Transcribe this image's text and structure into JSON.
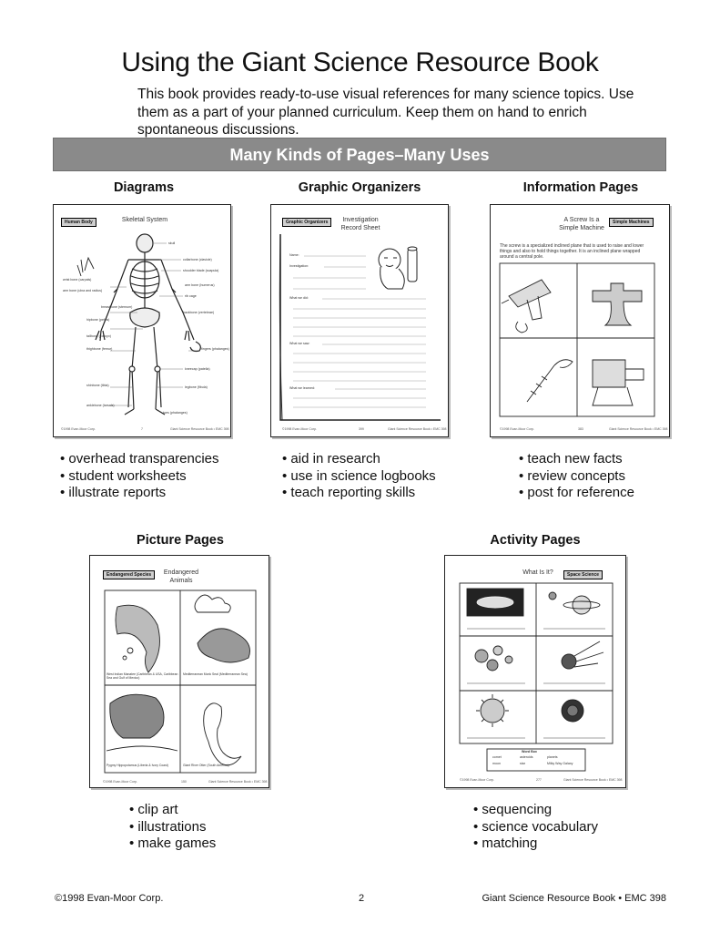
{
  "page": {
    "title": "Using the Giant Science Resource Book",
    "intro": "This book provides ready-to-use visual references for many science topics. Use them as a part of your planned curriculum. Keep them on hand to enrich spontaneous discussions.",
    "banner": "Many Kinds of Pages–Many Uses"
  },
  "sections": {
    "diagrams": {
      "heading": "Diagrams",
      "thumb": {
        "tag": "Human Body",
        "title": "Skeletal System",
        "labels": [
          "skull",
          "collarbone (clavicle)",
          "shoulder blade (scapula)",
          "wrist bone (carpals)",
          "arm bone (humerus)",
          "arm bone (ulna and radius)",
          "rib cage",
          "breastbone (sternum)",
          "backbone (vertebrae)",
          "hipbone (pelvis)",
          "tailbone (coccyx)",
          "thighbone (femur)",
          "fingers (phalanges)",
          "kneecap (patella)",
          "shinbone (tibia)",
          "legbone (fibula)",
          "anklebone (tarsals)",
          "toes (phalanges)"
        ],
        "footer": [
          "©1998 Evan-Moor Corp.",
          "7",
          "Giant Science Resource Book • EMC 398"
        ]
      },
      "bullets": [
        "overhead transparencies",
        "student worksheets",
        "illustrate reports"
      ]
    },
    "organizers": {
      "heading": "Graphic Organizers",
      "thumb": {
        "tag": "Graphic Organizers",
        "title": "Investigation Record Sheet",
        "fields": [
          "Name:",
          "Investigation:",
          "What we did:",
          "What we saw:",
          "What we learned:"
        ],
        "footer": [
          "©1998 Evan-Moor Corp.",
          "399",
          "Giant Science Resource Book • EMC 398"
        ]
      },
      "bullets": [
        "aid in research",
        "use in science logbooks",
        "teach reporting skills"
      ]
    },
    "information": {
      "heading": "Information Pages",
      "thumb": {
        "tag": "Simple Machines",
        "title": "A Screw Is a Simple Machine",
        "text": "The screw is a specialized inclined plane that is used to raise and lower things and also to hold things together. It is an inclined plane wrapped around a central pole.",
        "footer": [
          "©1998 Evan-Moor Corp.",
          "383",
          "Giant Science Resource Book • EMC 398"
        ]
      },
      "bullets": [
        "teach new facts",
        "review concepts",
        "post for reference"
      ]
    },
    "pictures": {
      "heading": "Picture Pages",
      "thumb": {
        "tag": "Endangered Species",
        "title": "Endangered Animals",
        "captions": [
          "West Indian Manatee (Caribbean & USA, Caribbean Sea and Gulf of Mexico)",
          "Mediterranean Monk Seal (Mediterranean Sea)",
          "Pygmy Hippopotamus (Liberia & Ivory Coast)",
          "Giant River Otter (South America)"
        ],
        "footer": [
          "©1998 Evan-Moor Corp.",
          "150",
          "Giant Science Resource Book • EMC 398"
        ]
      },
      "bullets": [
        "clip art",
        "illustrations",
        "make games"
      ]
    },
    "activity": {
      "heading": "Activity Pages",
      "thumb": {
        "tag": "Space Science",
        "title": "What Is It?",
        "wordbox_title": "Word Box",
        "wordbox": [
          "comet",
          "asteroids",
          "planets",
          "moon",
          "star",
          "Milky Way Galaxy"
        ],
        "footer": [
          "©1998 Evan-Moor Corp.",
          "277",
          "Giant Science Resource Book • EMC 398"
        ]
      },
      "bullets": [
        "sequencing",
        "science vocabulary",
        "matching"
      ]
    }
  },
  "footer": {
    "left": "©1998 Evan-Moor Corp.",
    "center": "2",
    "right": "Giant Science Resource Book • EMC 398"
  }
}
